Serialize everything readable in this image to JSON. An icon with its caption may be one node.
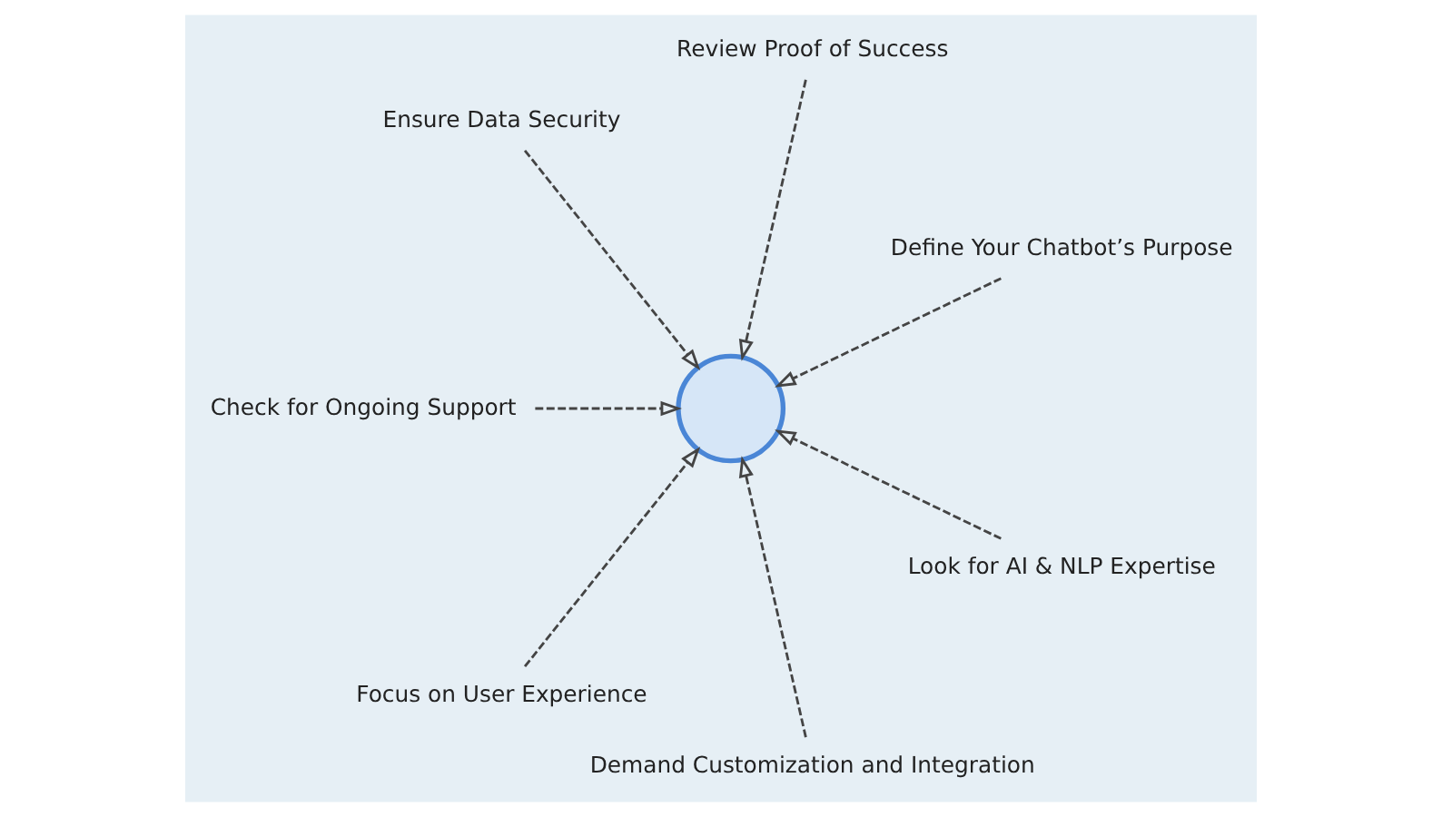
{
  "diagram": {
    "nodes": [
      {
        "text": [
          "Define Your Chatbot’s Purpose"
        ]
      },
      {
        "text": [
          "Review Proof of Success"
        ]
      },
      {
        "text": [
          "Look for AI & NLP Expertise"
        ]
      },
      {
        "text": [],
        "shape": "circle"
      },
      {
        "text": [
          "Ensure Data Security"
        ]
      },
      {
        "text": [
          "Demand Customization and Integration"
        ]
      },
      {
        "text": [
          "Check for Ongoing Support"
        ]
      },
      {
        "text": [
          "Focus on User Experience"
        ]
      }
    ],
    "edges": [
      {
        "from": 0,
        "to": 3,
        "arrow": "to",
        "style": "dashed"
      },
      {
        "from": 1,
        "to": 3,
        "arrow": "to",
        "style": "dashed"
      },
      {
        "from": 2,
        "to": 3,
        "arrow": "to",
        "style": "dashed"
      },
      {
        "from": 4,
        "to": 3,
        "arrow": "to",
        "style": "dashed"
      },
      {
        "from": 5,
        "to": 3,
        "arrow": "to",
        "style": "dashed"
      },
      {
        "from": 6,
        "to": 3,
        "arrow": "to",
        "style": "dashed"
      },
      {
        "from": 7,
        "to": 3,
        "arrow": "to",
        "style": "dashed"
      }
    ]
  }
}
